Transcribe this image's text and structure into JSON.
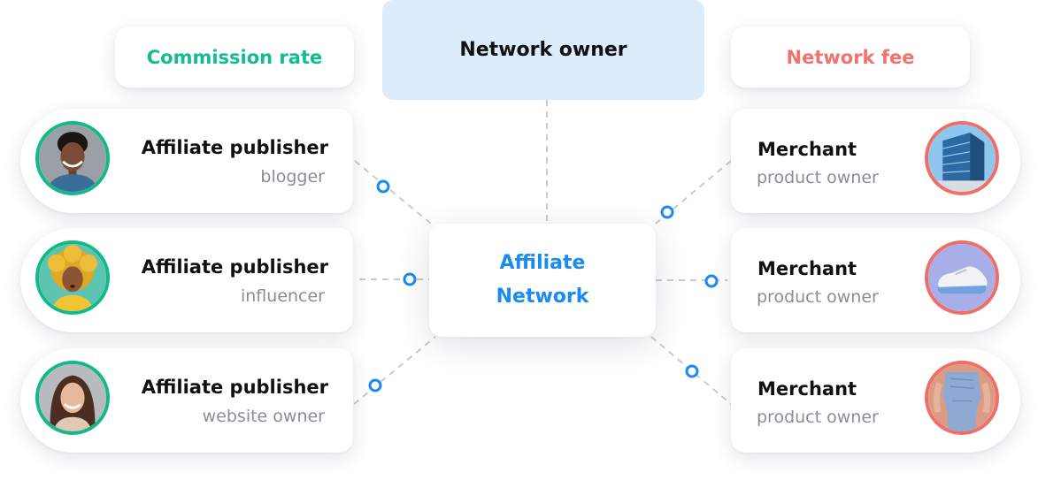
{
  "commission": {
    "label": "Commission rate"
  },
  "network_owner": {
    "label": "Network owner"
  },
  "network_fee": {
    "label": "Network fee"
  },
  "center": {
    "line1": "Affiliate",
    "line2": "Network"
  },
  "publishers": [
    {
      "title": "Affiliate publisher",
      "subtitle": "blogger",
      "avatar": "man-portrait"
    },
    {
      "title": "Affiliate publisher",
      "subtitle": "influencer",
      "avatar": "curly-hair-woman-portrait"
    },
    {
      "title": "Affiliate publisher",
      "subtitle": "website owner",
      "avatar": "smiling-woman-portrait"
    }
  ],
  "merchants": [
    {
      "title": "Merchant",
      "subtitle": "product owner",
      "avatar": "office-building"
    },
    {
      "title": "Merchant",
      "subtitle": "product owner",
      "avatar": "sneaker-shoe"
    },
    {
      "title": "Merchant",
      "subtitle": "product owner",
      "avatar": "blue-dress"
    }
  ],
  "colors": {
    "publisher_ring": "#14b889",
    "merchant_ring": "#ef6e68",
    "network_text": "#1a8cf0",
    "owner_bg": "#dcecfb",
    "connector_dot": "#1a8cf0",
    "connector_line": "#c7cbd1"
  }
}
